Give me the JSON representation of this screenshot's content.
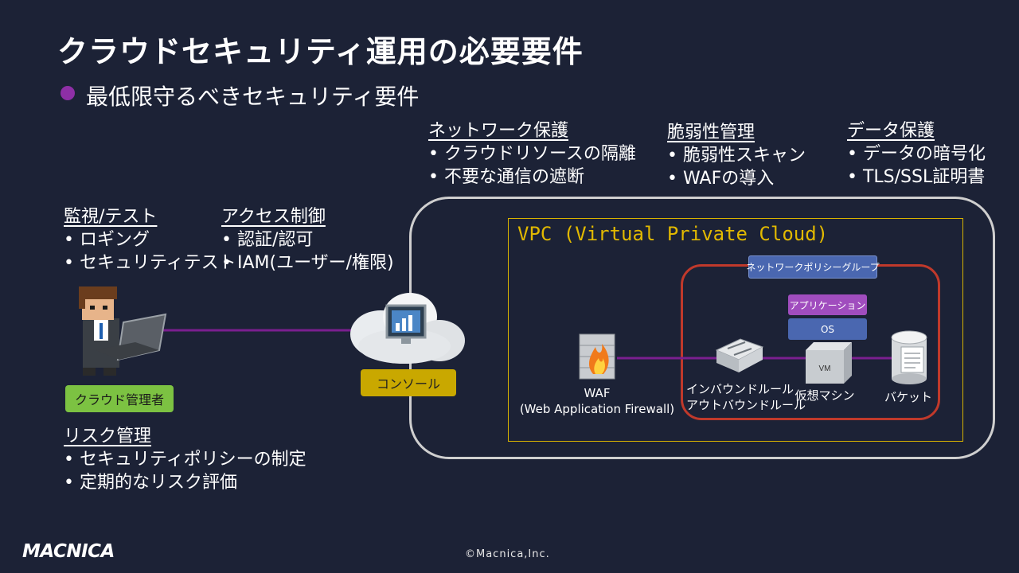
{
  "title": "クラウドセキュリティ運用の必要要件",
  "subtitle": "最低限守るべきセキュリティ要件",
  "groups": {
    "network": {
      "head": "ネットワーク保護",
      "items": [
        "クラウドリソースの隔離",
        "不要な通信の遮断"
      ]
    },
    "vuln": {
      "head": "脆弱性管理",
      "items": [
        "脆弱性スキャン",
        "WAFの導入"
      ]
    },
    "data": {
      "head": "データ保護",
      "items": [
        "データの暗号化",
        "TLS/SSL証明書"
      ]
    },
    "monitor": {
      "head": "監視/テスト",
      "items": [
        "ロギング",
        "セキュリティテスト"
      ]
    },
    "access": {
      "head": "アクセス制御",
      "items": [
        "認証/認可",
        "IAM(ユーザー/権限)"
      ]
    },
    "risk": {
      "head": "リスク管理",
      "items": [
        "セキュリティポリシーの制定",
        "定期的なリスク評価"
      ]
    }
  },
  "diagram": {
    "vpc_label": "VPC (Virtual Private Cloud)",
    "network_policy_group": "ネットワークポリシーグループ",
    "application": "アプリケーション",
    "os": "OS",
    "vm_tag": "VM",
    "console": "コンソール",
    "cloud_admin": "クラウド管理者",
    "waf_label_1": "WAF",
    "waf_label_2": "(Web Application Firewall)",
    "rules_label_1": "インバウンドルール",
    "rules_label_2": "アウトバウンドルール",
    "vm_label": "仮想マシン",
    "bucket_label": "バケット"
  },
  "colors": {
    "background": "#1c2236",
    "bullet": "#8e2fa6",
    "connector": "#7a1f8f",
    "vpc_border": "#d7b200",
    "network_border": "#c0392b",
    "policy_blue": "#4a67b0",
    "app_purple": "#a04dbe",
    "console_yellow": "#c9a800",
    "admin_green": "#7cc242"
  },
  "footer": {
    "copyright": "©Macnica,Inc.",
    "logo": "MACNICA"
  }
}
